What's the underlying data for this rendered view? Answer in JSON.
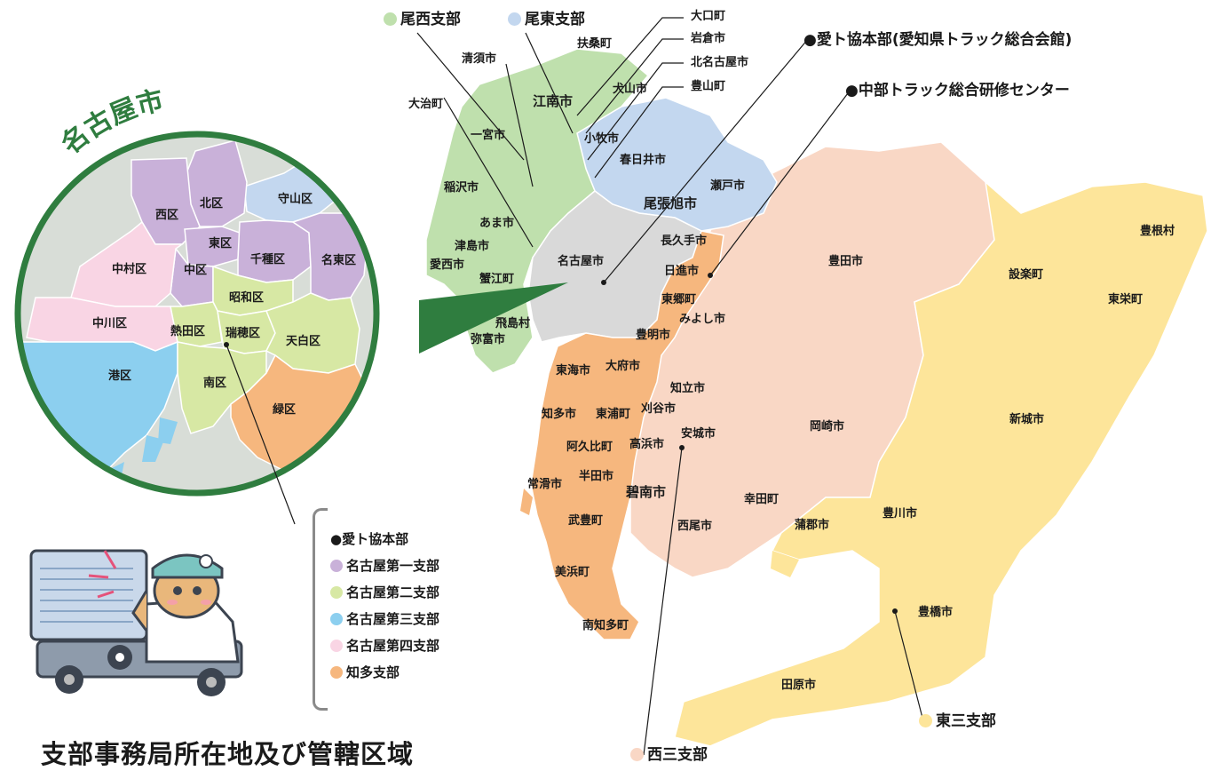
{
  "colors": {
    "bisai": "#bfe0ad",
    "bito": "#c3d7ef",
    "nagoya_city": "#d9d9d9",
    "chita": "#f6b77e",
    "nishimikawa": "#f9d7c5",
    "higashimikawa": "#fde59a",
    "nagoya1": "#c9b1d9",
    "nagoya2": "#d7e8a4",
    "nagoya3": "#8ccfef",
    "nagoya4": "#f9d5e4",
    "circle_border": "#2f7d3f"
  },
  "title": "支部事務局所在地及び管轄区域",
  "inset": {
    "heading": "名古屋市",
    "wards": [
      "西区",
      "北区",
      "守山区",
      "東区",
      "千種区",
      "名東区",
      "中村区",
      "中区",
      "中川区",
      "昭和区",
      "熱田区",
      "瑞穂区",
      "天白区",
      "港区",
      "南区",
      "緑区"
    ]
  },
  "map": {
    "branches": {
      "bisai": "尾西支部",
      "bito": "尾東支部",
      "nishimikawa": "西三支部",
      "higashimikawa": "東三支部"
    },
    "offices": {
      "hq": "●愛ト協本部(愛知県トラック総合会館)",
      "center": "●中部トラック総合研修センター"
    },
    "municipalities": [
      "大口町",
      "岩倉市",
      "北名古屋市",
      "豊山町",
      "扶桑町",
      "清須市",
      "江南市",
      "犬山市",
      "大治町",
      "一宮市",
      "小牧市",
      "春日井市",
      "稲沢市",
      "瀬戸市",
      "尾張旭市",
      "あま市",
      "津島市",
      "愛西市",
      "蟹江町",
      "名古屋市",
      "長久手市",
      "日進市",
      "東郷町",
      "みよし市",
      "飛島村",
      "弥富市",
      "豊明市",
      "東海市",
      "大府市",
      "知多市",
      "東浦町",
      "知立市",
      "刈谷市",
      "阿久比町",
      "高浜市",
      "安城市",
      "半田市",
      "常滑市",
      "碧南市",
      "武豊町",
      "美浜町",
      "南知多町",
      "西尾市",
      "幸田町",
      "蒲郡市",
      "岡崎市",
      "豊川市",
      "豊田市",
      "豊根村",
      "設楽町",
      "東栄町",
      "新城市",
      "豊橋市",
      "田原市"
    ]
  },
  "legend": {
    "items": [
      {
        "label": "●愛ト協本部",
        "color": ""
      },
      {
        "label": "名古屋第一支部",
        "color": "#c9b1d9"
      },
      {
        "label": "名古屋第二支部",
        "color": "#d7e8a4"
      },
      {
        "label": "名古屋第三支部",
        "color": "#8ccfef"
      },
      {
        "label": "名古屋第四支部",
        "color": "#f9d5e4"
      },
      {
        "label": "知多支部",
        "color": "#f6b77e"
      }
    ]
  }
}
